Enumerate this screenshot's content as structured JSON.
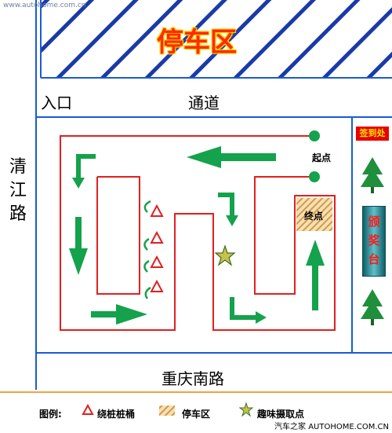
{
  "title": "停车区",
  "labels": {
    "entrance": "入口",
    "passage": "通道",
    "road_left": [
      "清",
      "江",
      "路"
    ],
    "road_bottom": "重庆南路",
    "start": "起点",
    "finish": "终点",
    "signin": "签到处",
    "podium": [
      "颁",
      "奖",
      "台"
    ]
  },
  "legend": {
    "title": "图例:",
    "items": [
      {
        "icon": "triangle-icon",
        "label": "绕桩桩桶"
      },
      {
        "icon": "hatched-square-icon",
        "label": "停车区"
      },
      {
        "icon": "star-icon",
        "label": "趣味摄取点"
      }
    ]
  },
  "watermark": "汽车之家 AUTOHOME.COM.CN",
  "top_watermark": "www.autohome.com.cn",
  "colors": {
    "road_line": "#1a5ad6",
    "route": "#e02020",
    "arrow": "#14a24c",
    "cone": "#e02020",
    "tree": "#1f8f3c",
    "bottom_line": "#f5a040",
    "hatch": "#1a3aa8"
  }
}
